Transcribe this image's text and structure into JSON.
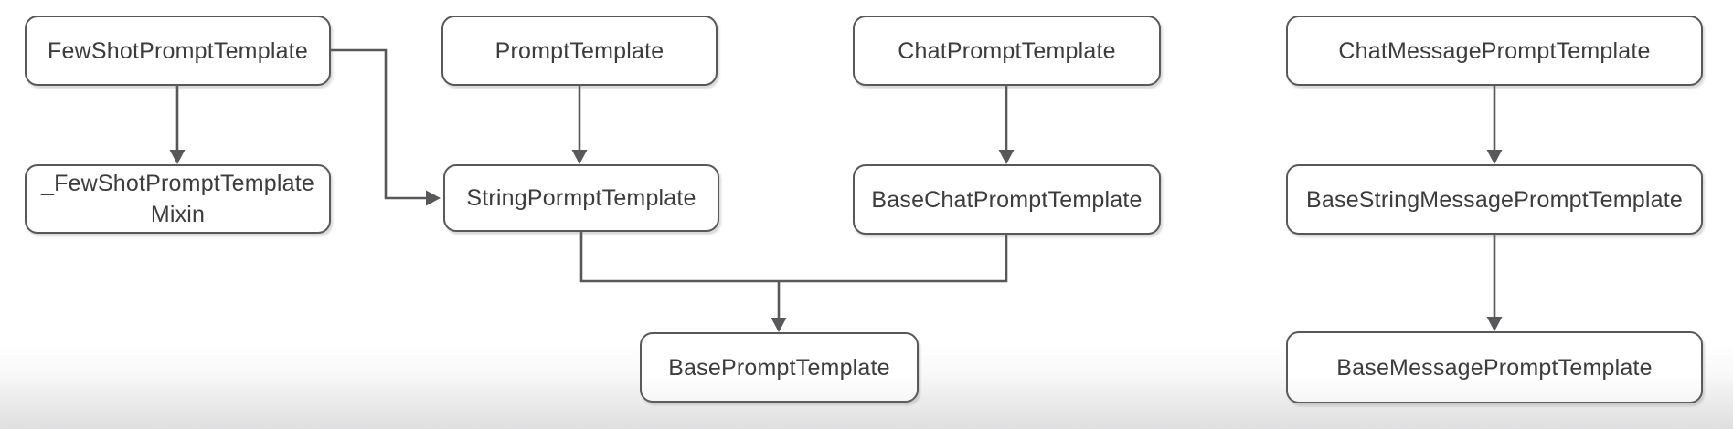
{
  "diagram_type": "class-hierarchy",
  "nodes": {
    "few_shot": {
      "label": "FewShotPromptTemplate"
    },
    "few_shot_mixin": {
      "label": "_FewShotPromptTemplate",
      "label2": "Mixin"
    },
    "prompt": {
      "label": "PromptTemplate"
    },
    "string_pormpt": {
      "label": "StringPormptTemplate"
    },
    "chat_prompt": {
      "label": "ChatPromptTemplate"
    },
    "base_chat": {
      "label": "BaseChatPromptTemplate"
    },
    "chat_message": {
      "label": "ChatMessagePromptTemplate"
    },
    "base_string_message": {
      "label": "BaseStringMessagePromptTemplate"
    },
    "base_prompt": {
      "label": "BasePromptTemplate"
    },
    "base_message": {
      "label": "BaseMessagePromptTemplate"
    }
  },
  "edges": [
    {
      "from": "FewShotPromptTemplate",
      "to": "_FewShotPromptTemplateMixin"
    },
    {
      "from": "FewShotPromptTemplate",
      "to": "StringPormptTemplate"
    },
    {
      "from": "PromptTemplate",
      "to": "StringPormptTemplate"
    },
    {
      "from": "ChatPromptTemplate",
      "to": "BaseChatPromptTemplate"
    },
    {
      "from": "StringPormptTemplate",
      "to": "BasePromptTemplate"
    },
    {
      "from": "BaseChatPromptTemplate",
      "to": "BasePromptTemplate"
    },
    {
      "from": "ChatMessagePromptTemplate",
      "to": "BaseStringMessagePromptTemplate"
    },
    {
      "from": "BaseStringMessagePromptTemplate",
      "to": "BaseMessagePromptTemplate"
    }
  ],
  "colors": {
    "line": "#58585a",
    "text": "#3c3c3e",
    "box_bg": "#ffffff",
    "page_bg": "#ffffff"
  }
}
